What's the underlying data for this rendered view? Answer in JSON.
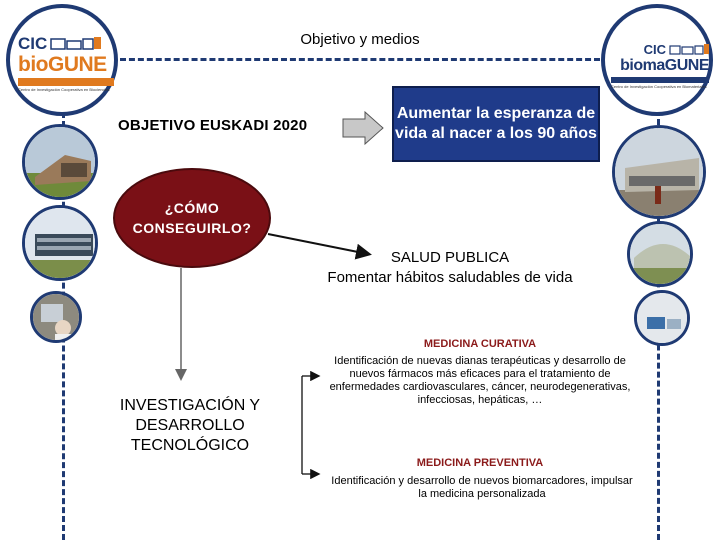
{
  "slide": {
    "title": "Objetivo y medios"
  },
  "logos": {
    "left": {
      "brand_top": "CIC",
      "brand_bottom": "bioGUNE",
      "tagline": "Centro de Investigación Cooperativa en Biociencias"
    },
    "right": {
      "brand_top": "CIC",
      "brand_bottom": "biomaGUNE",
      "tagline": "Centro de Investigación Cooperativa en Biomateriales"
    }
  },
  "objective": {
    "label": "OBJETIVO EUSKADI 2020",
    "goal": "Aumentar la esperanza de vida al nacer a los 90 años"
  },
  "how": {
    "label": "¿CÓMO CONSEGUIRLO?"
  },
  "public_health": {
    "title": "SALUD PUBLICA",
    "subtitle": "Fomentar hábitos saludables de vida"
  },
  "rd": {
    "label": "INVESTIGACIÓN Y DESARROLLO TECNOLÓGICO"
  },
  "curative": {
    "title": "MEDICINA CURATIVA",
    "text": "Identificación de nuevas dianas terapéuticas y desarrollo de nuevos fármacos más eficaces para el tratamiento de enfermedades cardiovasculares, cáncer, neurodegenerativas, infecciosas, hepáticas, …"
  },
  "preventive": {
    "title": "MEDICINA PREVENTIVA",
    "text": "Identificación y desarrollo de nuevos biomarcadores, impulsar la medicina personalizada"
  },
  "colors": {
    "navy": "#1f3a73",
    "goal_box": "#1f3b8a",
    "oval": "#7a1016",
    "heading_red": "#8b1a1a",
    "gune_orange": "#e07a1f"
  }
}
